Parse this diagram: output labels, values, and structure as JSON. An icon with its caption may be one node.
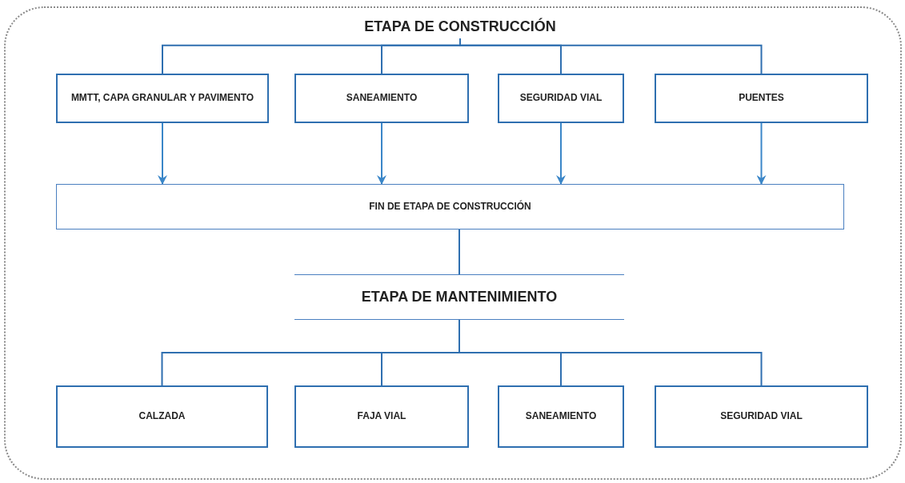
{
  "diagram": {
    "nodes": [
      {
        "text": [],
        "shape": "box"
      },
      {
        "text": [
          "ETAPA DE CONSTRUCCIÓN"
        ],
        "in": 0
      },
      {
        "text": [
          "MMTT, CAPA GRANULAR Y PAVIMENTO"
        ],
        "in": 0
      },
      {
        "text": [
          "SANEAMIENTO"
        ],
        "in": 0
      },
      {
        "text": [
          "SEGURIDAD VIAL"
        ],
        "in": 0
      },
      {
        "text": [
          "PUENTES"
        ],
        "in": 0
      },
      {
        "text": [
          "FIN DE ETAPA DE CONSTRUCCIÓN"
        ],
        "in": 0
      },
      {
        "text": [
          "ETAPA DE MANTENIMIENTO"
        ],
        "in": 0
      },
      {
        "text": [
          "CALZADA"
        ],
        "in": 0
      },
      {
        "text": [
          "FAJA VIAL"
        ],
        "in": 0
      },
      {
        "text": [
          "SANEAMIENTO"
        ],
        "in": 0
      },
      {
        "text": [
          "SEGURIDAD VIAL"
        ],
        "in": 0
      }
    ],
    "edges": [
      {
        "from": 1,
        "to": 2,
        "arrow": "none"
      },
      {
        "from": 1,
        "to": 3,
        "arrow": "none"
      },
      {
        "from": 1,
        "to": 4,
        "arrow": "none"
      },
      {
        "from": 1,
        "to": 5,
        "arrow": "none"
      },
      {
        "from": 2,
        "to": 6,
        "arrow": "to"
      },
      {
        "from": 3,
        "to": 6,
        "arrow": "to"
      },
      {
        "from": 4,
        "to": 6,
        "arrow": "to"
      },
      {
        "from": 5,
        "to": 6,
        "arrow": "to"
      },
      {
        "from": 6,
        "to": 7,
        "arrow": "none"
      },
      {
        "from": 7,
        "to": 8,
        "arrow": "none"
      },
      {
        "from": 7,
        "to": 9,
        "arrow": "none"
      },
      {
        "from": 7,
        "to": 10,
        "arrow": "none"
      },
      {
        "from": 7,
        "to": 11,
        "arrow": "none"
      }
    ]
  }
}
